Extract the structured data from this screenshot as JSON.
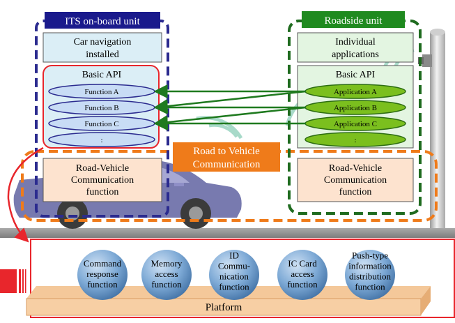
{
  "onboard": {
    "title": "ITS on-board unit",
    "nav_line1": "Car navigation",
    "nav_line2": "installed",
    "api_title": "Basic API",
    "functions": [
      "Function A",
      "Function B",
      "Function C",
      ":"
    ],
    "rvc_line1": "Road-Vehicle",
    "rvc_line2": "Communication",
    "rvc_line3": "function"
  },
  "roadside": {
    "title": "Roadside unit",
    "apps_line1": "Individual",
    "apps_line2": "applications",
    "api_title": "Basic API",
    "applications": [
      "Application A",
      "Application B",
      "Application C",
      ":"
    ],
    "rvc_line1": "Road-Vehicle",
    "rvc_line2": "Communication",
    "rvc_line3": "function"
  },
  "center": {
    "line1": "Road to Vehicle",
    "line2": "Communication"
  },
  "platform": {
    "label": "Platform",
    "spheres": [
      {
        "lines": [
          "Command",
          "response",
          "function"
        ]
      },
      {
        "lines": [
          "Memory",
          "access",
          "function"
        ]
      },
      {
        "lines": [
          "ID",
          "Commu-",
          "nication",
          "function"
        ]
      },
      {
        "lines": [
          "IC Card",
          "access",
          "function"
        ]
      },
      {
        "lines": [
          "Push-type",
          "information",
          "distribution",
          "function"
        ]
      }
    ]
  },
  "colors": {
    "onboard_frame": "#2b2b8f",
    "roadside_frame": "#1f6b1f",
    "box_fill": "#dbeef6",
    "green_fill": "#e3f5e1",
    "ellipse_blue": "#c8dcf5",
    "ellipse_green": "#7bbf1e",
    "orange": "#ef7b1a",
    "peach": "#fde3cf",
    "red": "#e8262c",
    "sphere": "#5f93c8"
  }
}
